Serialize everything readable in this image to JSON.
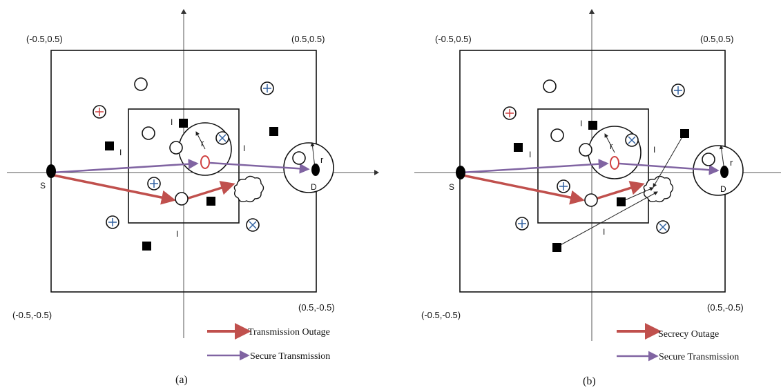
{
  "panels": [
    {
      "corner_labels": {
        "top_left": "(-0.5,0.5)",
        "top_right": "(0.5,0.5)",
        "bottom_left": "(-0.5,-0.5)",
        "bottom_right": "(0.5,-0.5)"
      },
      "source_label": "S",
      "dest_label": "D",
      "radius_label": "r",
      "interferer_label": "I",
      "legend": {
        "red": "Transmission  Outage",
        "purple": "Secure Transmission"
      },
      "caption": "(a)"
    },
    {
      "corner_labels": {
        "top_left": "(-0.5,0.5)",
        "top_right": "(0.5,0.5)",
        "bottom_left": "(-0.5,-0.5)",
        "bottom_right": "(0.5,-0.5)"
      },
      "source_label": "S",
      "dest_label": "D",
      "radius_label": "r",
      "interferer_label": "I",
      "legend": {
        "red": "Secrecy Outage",
        "purple": "Secure Transmission"
      },
      "caption": "(b)"
    }
  ],
  "colors": {
    "red_arrow": "#c0504d",
    "purple_arrow": "#8064a2",
    "relay_red": "#d04040",
    "plus_blue": "#3060a0"
  }
}
